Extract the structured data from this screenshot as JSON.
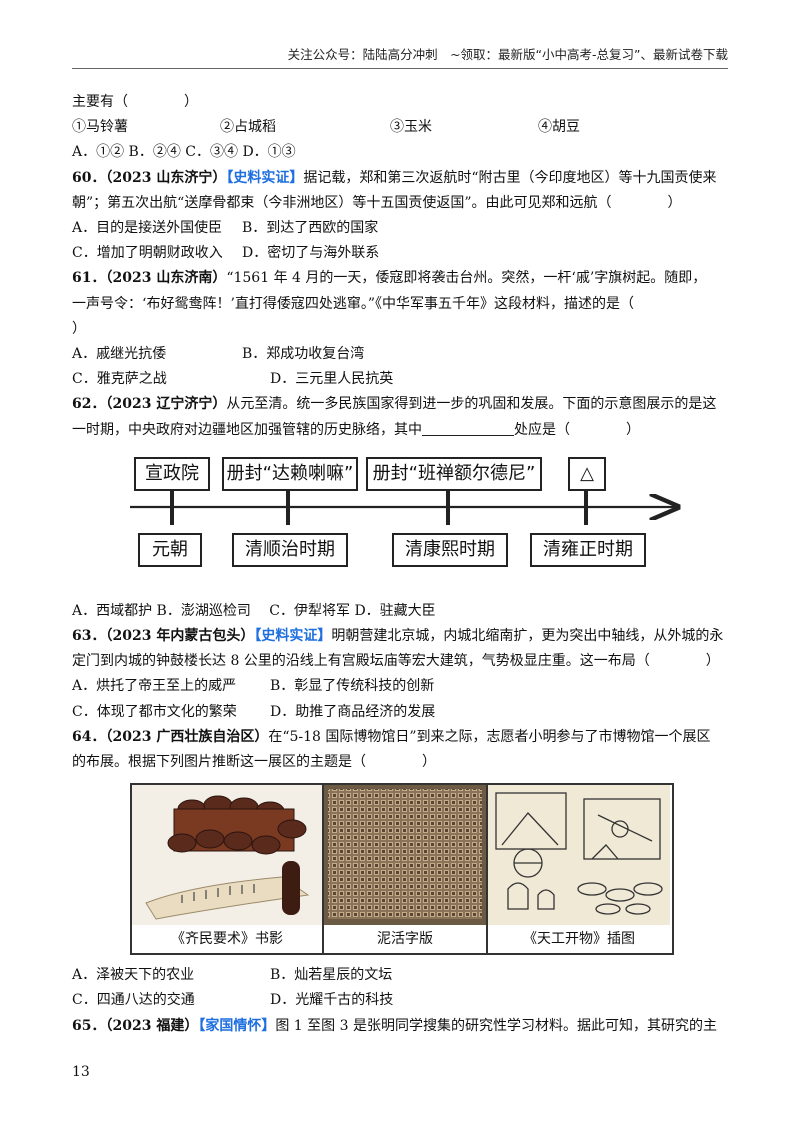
{
  "header": {
    "text": "关注公众号：陆陆高分冲刺　~领取：最新版“小中高考-总复习”、最新试卷下载"
  },
  "intro": {
    "text": "主要有（　　　　）"
  },
  "q59": {
    "options": [
      "①马铃薯",
      "②占城稻",
      "③玉米",
      "④胡豆"
    ],
    "choices": "A．①②  B．②④  C．③④  D．①③"
  },
  "q60": {
    "num": "60．（2023 山东济宁）",
    "tag": "【史料实证】",
    "line1": "据记载，郑和第三次返航时“附古里（今印度地区）等十九国贡使来",
    "line2": "朝”；第五次出航“送摩骨都束（今非洲地区）等十五国贡使返国”。由此可见郑和远航（　　　　）",
    "optA": "A．目的是接送外国使臣",
    "optB": "B．到达了西欧的国家",
    "optC": "C．增加了明朝财政收入",
    "optD": "D．密切了与海外联系"
  },
  "q61": {
    "num": "61．（2023 山东济南）",
    "line1": "“1561 年 4 月的一天，倭寇即将袭击台州。突然，一杆‘戚’字旗树起。随即，",
    "line2": "一声号令：‘布好鸳鸯阵！’直打得倭寇四处逃窜。”《中华军事五千年》这段材料，描述的是（",
    "line3": "）",
    "optA": "A．戚继光抗倭",
    "optB": "B．郑成功收复台湾",
    "optC": "C．雅克萨之战",
    "optD": "D．三元里人民抗英"
  },
  "q62": {
    "num": "62．（2023 辽宁济宁）",
    "line1": "从元至清。统一多民族国家得到进一步的巩固和发展。下面的示意图展示的是这",
    "line2a": "一时期，中央政府对边疆地区加强管辖的历史脉络，其中",
    "line2b": "处应是（　　　　）",
    "timeline": {
      "top": [
        "宣政院",
        "册封“达赖喇嘛”",
        "册封“班禅额尔德尼”",
        "△"
      ],
      "bottom": [
        "元朝",
        "清顺治时期",
        "清康熙时期",
        "清雍正时期"
      ]
    },
    "choices": "A．西域都护 B．澎湖巡检司　 C．伊犁将军 D．驻藏大臣"
  },
  "q63": {
    "num": "63．（2023 年内蒙古包头）",
    "tag": "【史料实证】",
    "line1": "明朝营建北京城，内城北缩南扩，更为突出中轴线，从外城的永",
    "line2": "定门到内城的钟鼓楼长达 8 公里的沿线上有宫殿坛庙等宏大建筑，气势极显庄重。这一布局（　　　　）",
    "optA": "A．烘托了帝王至上的威严",
    "optB": "B．彰显了传统科技的创新",
    "optC": "C．体现了都市文化的繁荣",
    "optD": "D．助推了商品经济的发展"
  },
  "q64": {
    "num": "64．（2023 广西壮族自治区）",
    "line1": "在“5-18 国际博物馆日”到来之际，志愿者小明参与了市博物馆一个展区",
    "line2": "的布展。根据下列图片推断这一展区的主题是（　　　　）",
    "captions": [
      "《齐民要术》书影",
      "泥活字版",
      "《天工开物》插图"
    ],
    "optA": "A．泽被天下的农业",
    "optB": "B．灿若星辰的文坛",
    "optC": "C．四通八达的交通",
    "optD": "D．光耀千古的科技"
  },
  "q65": {
    "num": "65．（2023 福建）",
    "tag": "【家国情怀】",
    "line1": "图 1 至图 3 是张明同学搜集的研究性学习材料。据此可知，其研究的主"
  },
  "page_number": "13"
}
